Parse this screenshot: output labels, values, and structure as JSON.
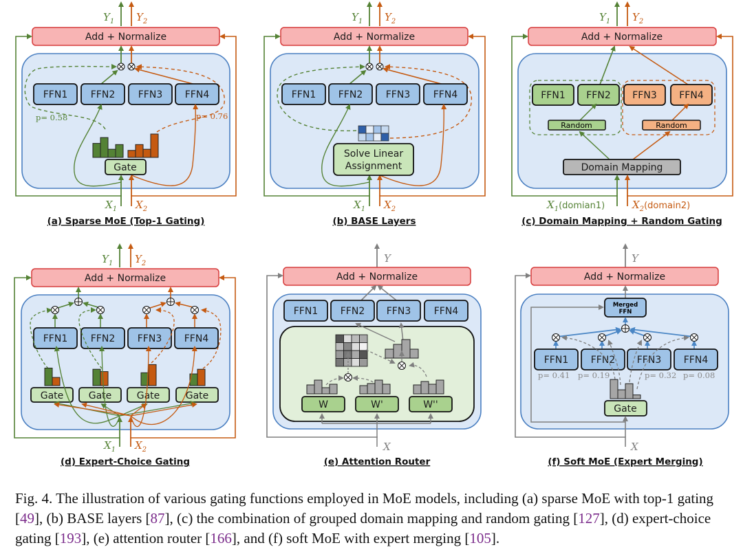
{
  "colors": {
    "green": "#548235",
    "orange": "#c55a11",
    "gray_arrow": "#7f7f7f",
    "blue_arrow": "#4a86c5",
    "add_norm_fill": "#f8b4b4",
    "add_norm_stroke": "#d63b3b",
    "moe_container_fill": "#dce8f7",
    "moe_container_stroke": "#4a7fc1",
    "ffn_fill": "#9fc3e7",
    "ffn_green_fill": "#a9d18e",
    "ffn_orange_fill": "#f4b183",
    "gate_fill": "#c9e5b9",
    "domain_mapping_fill": "#b7b7b7",
    "caption_ref": "#7a2a8a"
  },
  "panels": [
    {
      "id": "a",
      "title": "(a) Sparse MoE (Top-1 Gating)",
      "add_norm_label": "Add + Normalize",
      "outputs": [
        "Y1",
        "Y2"
      ],
      "inputs": [
        "X1",
        "X2"
      ],
      "experts": [
        "FFN1",
        "FFN2",
        "FFN3",
        "FFN4"
      ],
      "gate_label": "Gate",
      "probabilities": {
        "token1": "p= 0.58",
        "token2": "p= 0.76"
      },
      "gate_scores": {
        "token1": [
          0.6,
          0.85,
          0.35,
          0.55
        ],
        "token2": [
          0.3,
          0.55,
          0.35,
          1.0
        ]
      }
    },
    {
      "id": "b",
      "title": "(b) BASE Layers",
      "add_norm_label": "Add + Normalize",
      "outputs": [
        "Y1",
        "Y2"
      ],
      "inputs": [
        "X1",
        "X2"
      ],
      "experts": [
        "FFN1",
        "FFN2",
        "FFN3",
        "FFN4"
      ],
      "assignment_label_line1": "Solve Linear",
      "assignment_label_line2": "Assignment"
    },
    {
      "id": "c",
      "title": "(c) Domain Mapping + Random Gating",
      "add_norm_label": "Add + Normalize",
      "outputs": [
        "Y1",
        "Y2"
      ],
      "inputs": [
        "X1(domian1)",
        "X2(domain2)"
      ],
      "input_suffixes": [
        "(domian1)",
        "(domain2)"
      ],
      "experts": [
        "FFN1",
        "FFN2",
        "FFN3",
        "FFN4"
      ],
      "random_label": "Random",
      "domain_mapping_label": "Domain Mapping"
    },
    {
      "id": "d",
      "title": "(d) Expert-Choice Gating",
      "add_norm_label": "Add + Normalize",
      "outputs": [
        "Y1",
        "Y2"
      ],
      "inputs": [
        "X1",
        "X2"
      ],
      "experts": [
        "FFN1",
        "FFN2",
        "FFN3",
        "FFN4"
      ],
      "gate_label": "Gate",
      "gate_scores": [
        [
          0.75,
          0.35
        ],
        [
          0.7,
          0.6
        ],
        [
          0.55,
          0.9
        ],
        [
          0.5,
          0.7
        ]
      ]
    },
    {
      "id": "e",
      "title": "(e) Attention Router",
      "add_norm_label": "Add + Normalize",
      "outputs": [
        "Y"
      ],
      "inputs": [
        "X"
      ],
      "experts": [
        "FFN1",
        "FFN2",
        "FFN3",
        "FFN4"
      ],
      "projections": [
        "W",
        "W'",
        "W''"
      ]
    },
    {
      "id": "f",
      "title": "(f) Soft MoE (Expert Merging)",
      "add_norm_label": "Add + Normalize",
      "outputs": [
        "Y"
      ],
      "inputs": [
        "X"
      ],
      "experts": [
        "FFN1",
        "FFN2",
        "FFN3",
        "FFN4"
      ],
      "merged_label_line1": "Merged",
      "merged_label_line2": "FFN",
      "gate_label": "Gate",
      "probabilities": [
        "p= 0.41",
        "p= 0.19",
        "p= 0.32",
        "p= 0.08"
      ],
      "gate_scores": [
        0.41,
        0.19,
        0.32,
        0.08
      ]
    }
  ],
  "caption": {
    "prefix": "Fig. 4.",
    "segments": [
      {
        "text": "  The illustration of various gating functions employed in MoE models, including (a) sparse MoE with top-1 gating ",
        "ref": false
      },
      {
        "text": "[",
        "ref": false
      },
      {
        "text": "49",
        "ref": true
      },
      {
        "text": "], (b) BASE layers [",
        "ref": false
      },
      {
        "text": "87",
        "ref": true
      },
      {
        "text": "], (c) the combination of grouped domain mapping and random gating [",
        "ref": false
      },
      {
        "text": "127",
        "ref": true
      },
      {
        "text": "], (d) expert-choice gating [",
        "ref": false
      },
      {
        "text": "193",
        "ref": true
      },
      {
        "text": "], (e) attention router [",
        "ref": false
      },
      {
        "text": "166",
        "ref": true
      },
      {
        "text": "], and (f) soft MoE with expert merging [",
        "ref": false
      },
      {
        "text": "105",
        "ref": true
      },
      {
        "text": "].",
        "ref": false
      }
    ]
  }
}
